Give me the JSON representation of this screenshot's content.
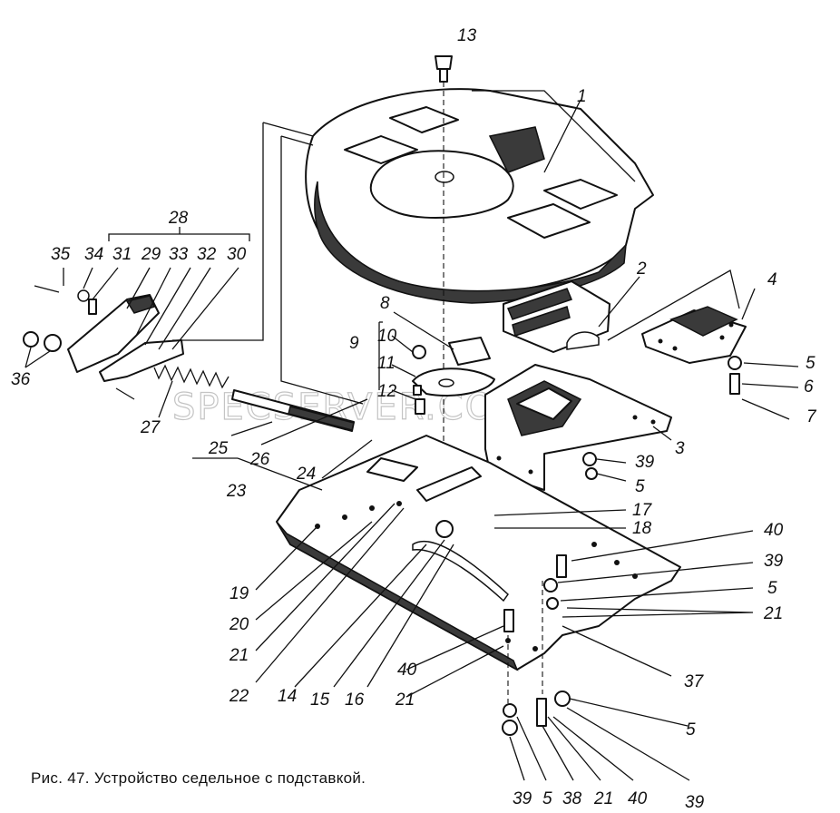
{
  "caption": "Рис. 47. Устройство седельное с подставкой.",
  "watermark": "SPECSERVER.COM",
  "callouts": {
    "n1": "1",
    "n2": "2",
    "n3": "3",
    "n4": "4",
    "n5a": "5",
    "n5b": "5",
    "n5c": "5",
    "n5d": "5",
    "n5e": "5",
    "n6": "6",
    "n7": "7",
    "n8": "8",
    "n9": "9",
    "n10": "10",
    "n11": "11",
    "n12": "12",
    "n13": "13",
    "n14": "14",
    "n15": "15",
    "n16": "16",
    "n17": "17",
    "n18": "18",
    "n19": "19",
    "n20": "20",
    "n21a": "21",
    "n21b": "21",
    "n21c": "21",
    "n21d": "21",
    "n22": "22",
    "n23": "23",
    "n24": "24",
    "n25": "25",
    "n26": "26",
    "n27": "27",
    "n28": "28",
    "n29": "29",
    "n30": "30",
    "n31": "31",
    "n32": "32",
    "n33": "33",
    "n34": "34",
    "n35": "35",
    "n36": "36",
    "n37": "37",
    "n38": "38",
    "n39a": "39",
    "n39b": "39",
    "n39c": "39",
    "n39d": "39",
    "n40a": "40",
    "n40b": "40",
    "n40c": "40"
  }
}
